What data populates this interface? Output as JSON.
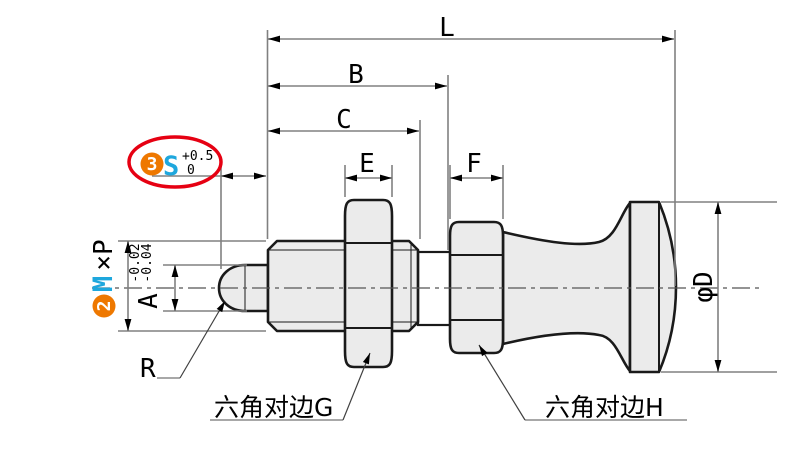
{
  "dimensions": {
    "overall_length": "L",
    "body_length": "B",
    "thread_length": "C",
    "hex_g_width": "E",
    "hex_h_width": "F",
    "knob_diameter": "φD",
    "tip_radius": "R"
  },
  "thread_callout": {
    "badge_number": "2",
    "prefix": "M",
    "suffix": "×P"
  },
  "stroke_callout": {
    "badge_number": "3",
    "letter": "S",
    "tolerance_upper": "+0.5",
    "tolerance_lower": "0"
  },
  "pin_callout": {
    "letter": "A",
    "tolerance_upper": "-0.02",
    "tolerance_lower": "-0.04"
  },
  "labels": {
    "hex_flats_g": "六角对边G",
    "hex_flats_h": "六角对边H"
  },
  "colors": {
    "accent_orange": "#ee7800",
    "accent_cyan": "#1ea7dd",
    "highlight_red": "#e60012",
    "part_fill": "#ebebeb",
    "dim_gray": "#808080"
  }
}
